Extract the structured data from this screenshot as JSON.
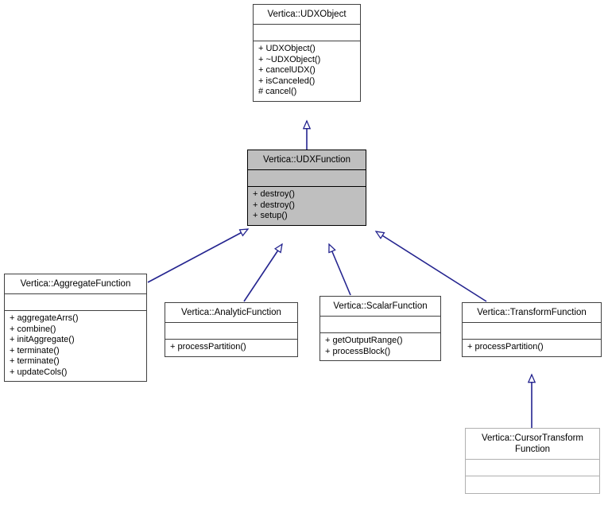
{
  "diagram": {
    "kind": "uml-class-inheritance",
    "colors": {
      "edge": "#24248f",
      "node_border": "#404040",
      "node_border_faded": "#b0b0b0",
      "highlight_fill": "#bfbfbf",
      "background": "#ffffff"
    },
    "nodes": {
      "udxobject": {
        "title": "Vertica::UDXObject",
        "attributes": [],
        "operations": [
          "+ UDXObject()",
          "+ ~UDXObject()",
          "+ cancelUDX()",
          "+ isCanceled()",
          "# cancel()"
        ]
      },
      "udxfunction": {
        "title": "Vertica::UDXFunction",
        "attributes": [],
        "operations": [
          "+ destroy()",
          "+ destroy()",
          "+ setup()"
        ]
      },
      "aggregate": {
        "title": "Vertica::AggregateFunction",
        "attributes": [],
        "operations": [
          "+ aggregateArrs()",
          "+ combine()",
          "+ initAggregate()",
          "+ terminate()",
          "+ terminate()",
          "+ updateCols()"
        ]
      },
      "analytic": {
        "title": "Vertica::AnalyticFunction",
        "attributes": [],
        "operations": [
          "+ processPartition()"
        ]
      },
      "scalar": {
        "title": "Vertica::ScalarFunction",
        "attributes": [],
        "operations": [
          "+ getOutputRange()",
          "+ processBlock()"
        ]
      },
      "transform": {
        "title": "Vertica::TransformFunction",
        "attributes": [],
        "operations": [
          "+ processPartition()"
        ]
      },
      "cursortransform": {
        "title": "Vertica::CursorTransform\nFunction",
        "attributes": [],
        "operations": []
      }
    },
    "edges": [
      {
        "from": "udxfunction",
        "to": "udxobject",
        "type": "inheritance"
      },
      {
        "from": "aggregate",
        "to": "udxfunction",
        "type": "inheritance"
      },
      {
        "from": "analytic",
        "to": "udxfunction",
        "type": "inheritance"
      },
      {
        "from": "scalar",
        "to": "udxfunction",
        "type": "inheritance"
      },
      {
        "from": "transform",
        "to": "udxfunction",
        "type": "inheritance"
      },
      {
        "from": "cursortransform",
        "to": "transform",
        "type": "inheritance"
      }
    ]
  }
}
